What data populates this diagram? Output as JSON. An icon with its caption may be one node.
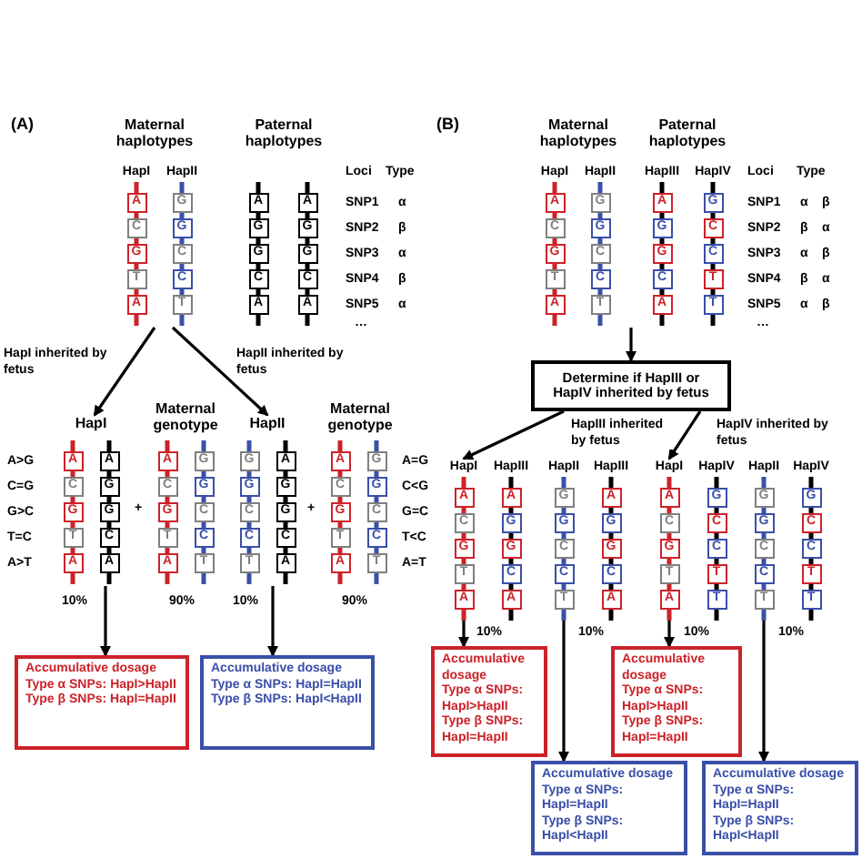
{
  "diagram": {
    "nodes": [
      {
        "text": [
          "Maternal haplotypes"
        ]
      },
      {
        "text": [
          "HapI",
          "A",
          "C",
          "G",
          "T",
          "A"
        ],
        "in": 0
      },
      {
        "text": [
          "HapII",
          "G",
          "G",
          "C",
          "C",
          "T"
        ],
        "in": 0
      },
      {
        "text": [
          "Paternal haplotypes"
        ]
      },
      {
        "text": [
          "A",
          "G",
          "G",
          "C",
          "A"
        ],
        "in": 3
      },
      {
        "text": [
          "A",
          "G",
          "G",
          "C",
          "A"
        ],
        "in": 3
      },
      {
        "text": [
          "HapI"
        ],
        "beside": [
          "10%"
        ]
      },
      {
        "text": [
          "A",
          "C",
          "G",
          "T",
          "A"
        ],
        "in": 6
      },
      {
        "text": [
          "A",
          "G",
          "G",
          "C",
          "A"
        ],
        "in": 6
      },
      {
        "text": [
          "Maternal genotype"
        ],
        "beside": [
          "90%"
        ]
      },
      {
        "text": [
          "A",
          "C",
          "G",
          "T",
          "A"
        ],
        "in": 9
      },
      {
        "text": [
          "G",
          "G",
          "C",
          "C",
          "T"
        ],
        "in": 9
      },
      {
        "text": [
          "HapII"
        ],
        "beside": [
          "10%"
        ]
      },
      {
        "text": [
          "G",
          "G",
          "C",
          "C",
          "T"
        ],
        "in": 12
      },
      {
        "text": [
          "A",
          "G",
          "G",
          "C",
          "A"
        ],
        "in": 12
      },
      {
        "text": [
          "Maternal genotype"
        ],
        "beside": [
          "90%"
        ]
      },
      {
        "text": [
          "A",
          "C",
          "G",
          "T",
          "A"
        ],
        "in": 15
      },
      {
        "text": [
          "G",
          "G",
          "C",
          "C",
          "T"
        ],
        "in": 15
      },
      {
        "text": [
          "Accumulative dosage",
          "Type α SNPs: HapI>HapII",
          "Type β SNPs: HapI=HapII"
        ]
      },
      {
        "text": [
          "Accumulative dosage",
          "Type α SNPs: HapI=HapII",
          "Type β SNPs: HapI<HapII"
        ]
      },
      {
        "text": [
          "Maternal haplotypes"
        ]
      },
      {
        "text": [
          "HapI",
          "A",
          "C",
          "G",
          "T",
          "A"
        ],
        "in": 20
      },
      {
        "text": [
          "HapII",
          "G",
          "G",
          "C",
          "C",
          "T"
        ],
        "in": 20
      },
      {
        "text": [
          "Paternal haplotypes"
        ]
      },
      {
        "text": [
          "HapIII",
          "A",
          "G",
          "G",
          "C",
          "A"
        ],
        "in": 23
      },
      {
        "text": [
          "HapIV",
          "G",
          "C",
          "C",
          "T",
          "T"
        ],
        "in": 23
      },
      {
        "text": [
          "Determine if HapIII or HapIV inherited by fetus"
        ]
      },
      {
        "text": [
          "HapI",
          "A",
          "C",
          "G",
          "T",
          "A"
        ],
        "beside": [
          "10%"
        ]
      },
      {
        "text": [
          "HapIII",
          "A",
          "G",
          "G",
          "C",
          "A"
        ]
      },
      {
        "text": [
          "HapII",
          "G",
          "G",
          "C",
          "C",
          "T"
        ],
        "beside": [
          "10%"
        ]
      },
      {
        "text": [
          "HapIII",
          "A",
          "G",
          "G",
          "C",
          "A"
        ]
      },
      {
        "text": [
          "HapI",
          "A",
          "C",
          "G",
          "T",
          "A"
        ],
        "beside": [
          "10%"
        ]
      },
      {
        "text": [
          "HapIV",
          "G",
          "C",
          "C",
          "T",
          "T"
        ]
      },
      {
        "text": [
          "HapII",
          "G",
          "G",
          "C",
          "C",
          "T"
        ],
        "beside": [
          "10%"
        ]
      },
      {
        "text": [
          "HapIV",
          "G",
          "C",
          "C",
          "T",
          "T"
        ]
      },
      {
        "text": [
          "Accumulative dosage",
          "Type α SNPs: HapI>HapII",
          "Type β SNPs: HapI=HapII"
        ]
      },
      {
        "text": [
          "Accumulative dosage",
          "Type α SNPs: HapI=HapII",
          "Type β SNPs: HapI<HapII"
        ]
      },
      {
        "text": [
          "Accumulative dosage",
          "Type α SNPs: HapI>HapII",
          "Type β SNPs: HapI=HapII"
        ]
      },
      {
        "text": [
          "Accumulative dosage",
          "Type α SNPs: HapI=HapII",
          "Type β SNPs: HapI<HapII"
        ]
      }
    ],
    "edges": [
      {
        "from": 0,
        "to": 6,
        "arrow": "to",
        "label": "HapI inherited by fetus"
      },
      {
        "from": 0,
        "to": 12,
        "arrow": "to",
        "label": "HapII inherited by fetus"
      },
      {
        "from": 6,
        "to": 18,
        "arrow": "to"
      },
      {
        "from": 12,
        "to": 19,
        "arrow": "to"
      },
      {
        "from": 20,
        "to": 26,
        "arrow": "to"
      },
      {
        "from": 26,
        "to": 27,
        "arrow": "to",
        "label": "HapIII inherited by fetus"
      },
      {
        "from": 26,
        "to": 31,
        "arrow": "to",
        "label": "HapIV inherited by fetus"
      },
      {
        "from": 27,
        "to": 35,
        "arrow": "to"
      },
      {
        "from": 29,
        "to": 36,
        "arrow": "to"
      },
      {
        "from": 31,
        "to": 37,
        "arrow": "to"
      },
      {
        "from": 33,
        "to": 38,
        "arrow": "to"
      }
    ],
    "labels": [
      "(A)",
      "Loci",
      "Type",
      "SNP1",
      "α",
      "SNP2",
      "β",
      "SNP3",
      "α",
      "SNP4",
      "β",
      "SNP5",
      "α",
      "…",
      "A>G",
      "C=G",
      "G>C",
      "T=C",
      "A>T",
      "+",
      "+",
      "A=G",
      "C<G",
      "G=C",
      "T<C",
      "A=T",
      "(B)",
      "Loci",
      "Type",
      "SNP1",
      "α",
      "β",
      "SNP2",
      "β",
      "α",
      "SNP3",
      "α",
      "β",
      "SNP4",
      "β",
      "α",
      "SNP5",
      "α",
      "β",
      "…"
    ]
  }
}
